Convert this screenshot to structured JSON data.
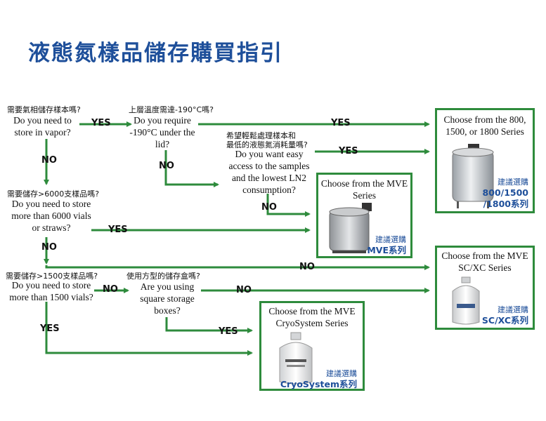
{
  "title": "液態氮樣品儲存購買指引",
  "questions": {
    "q1": {
      "zh": "需要氣相儲存樣本嗎?",
      "en": "Do you need to store in vapor?"
    },
    "q2": {
      "zh": "上層溫度需達-190°C嗎?",
      "en": "Do you require -190°C under the lid?"
    },
    "q3": {
      "zh1": "希望輕鬆處理樣本和",
      "zh2": "最低的液態氮消耗量嗎?",
      "en": "Do you want easy access to the samples and the lowest LN2 consumption?"
    },
    "q4": {
      "zh": "需要儲存>6000支樣品嗎?",
      "en": "Do you need to store more than 6000 vials or straws?"
    },
    "q5": {
      "zh": "需要儲存>1500支樣品嗎?",
      "en": "Do you need to store more than 1500 vials?"
    },
    "q6": {
      "zh": "使用方型的儲存盒嗎?",
      "en": "Are you using square storage boxes?"
    }
  },
  "labels": {
    "yes": "YES",
    "no": "NO"
  },
  "results": {
    "r1": {
      "title": "Choose from the 800, 1500, or 1800 Series",
      "rec": "建議選購",
      "series1": "800/1500",
      "series2": "/1800系列"
    },
    "r2": {
      "title": "Choose from the MVE Series",
      "rec": "建議選購",
      "series": "MVE系列"
    },
    "r3": {
      "title": "Choose from the MVE SC/XC Series",
      "rec": "建議選購",
      "series": "SC/XC系列"
    },
    "r4": {
      "title": "Choose from the MVE CryoSystem Series",
      "rec": "建議選購",
      "series": "CryoSystem系列"
    }
  },
  "colors": {
    "title": "#1e4f9a",
    "arrow": "#2e8b3c",
    "accent": "#1e4f9a"
  }
}
